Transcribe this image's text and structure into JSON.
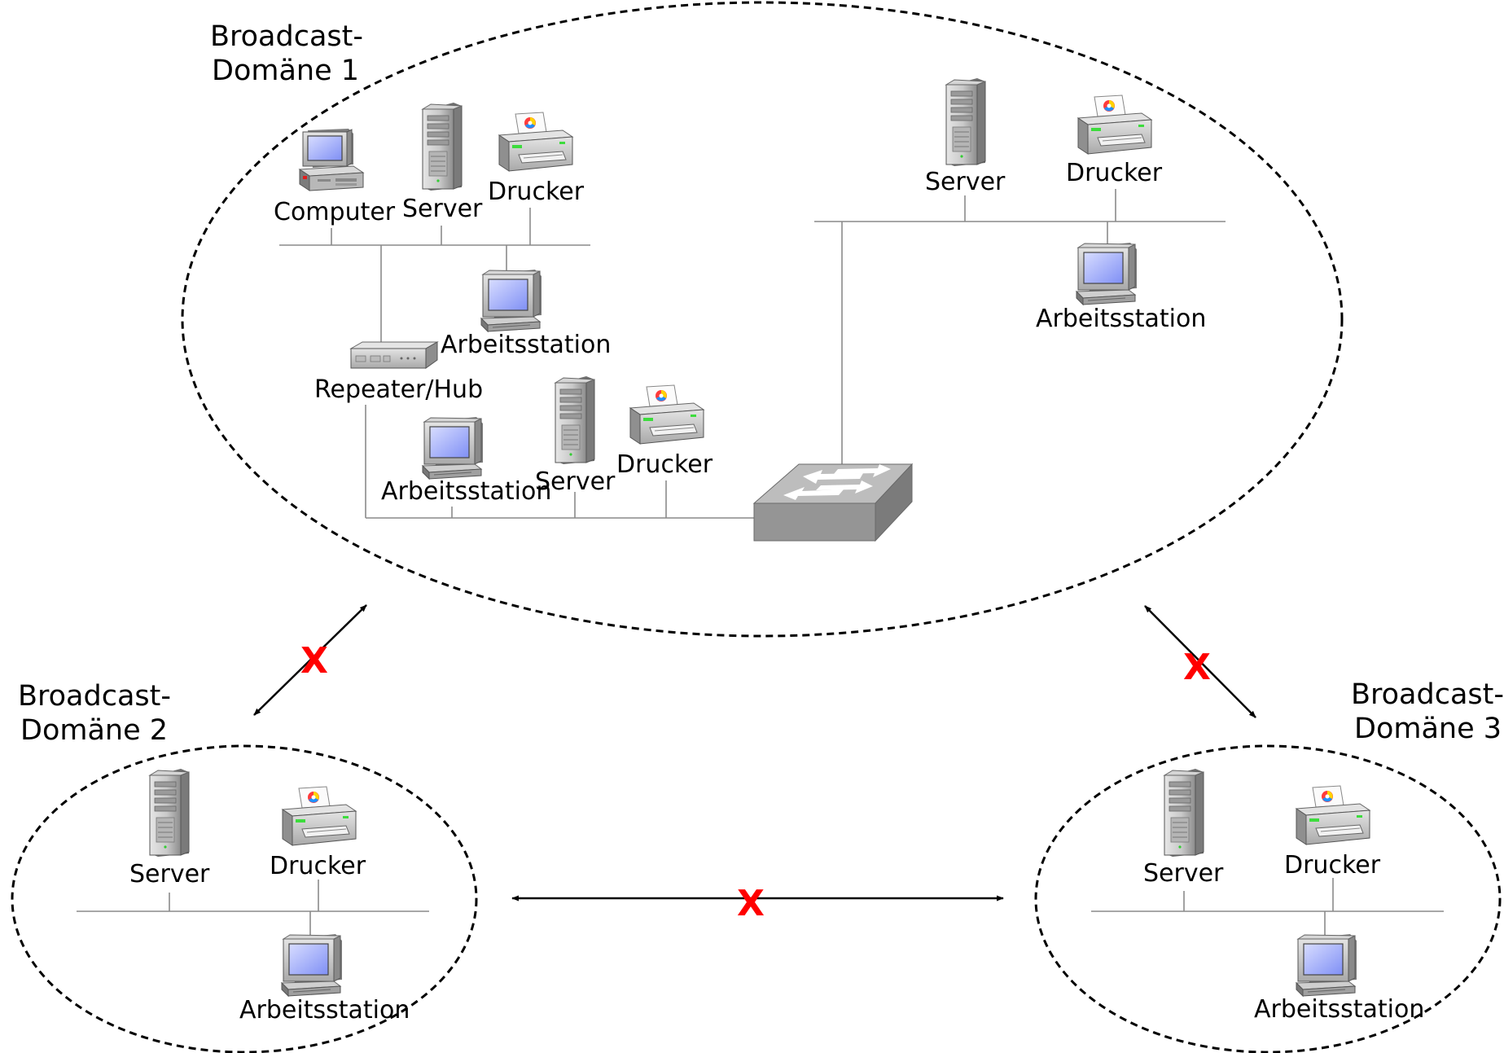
{
  "domains": {
    "d1": {
      "title_line1": "Broadcast-",
      "title_line2": "Domäne 1"
    },
    "d2": {
      "title_line1": "Broadcast-",
      "title_line2": "Domäne 2"
    },
    "d3": {
      "title_line1": "Broadcast-",
      "title_line2": "Domäne 3"
    }
  },
  "labels": {
    "computer": "Computer",
    "server": "Server",
    "drucker": "Drucker",
    "arbeitsstation": "Arbeitsstation",
    "repeater_hub": "Repeater/Hub"
  },
  "blocked_marker": "X",
  "colors": {
    "blocked": "#ff0000",
    "boundary": "#000000",
    "wire": "#8a8a8a",
    "switch": "#9a9a9a",
    "screen": "#9aa8ff"
  },
  "icons": {
    "computer": "desktop-computer-icon",
    "server": "tower-server-icon",
    "printer": "color-printer-icon",
    "workstation": "workstation-monitor-icon",
    "hub": "repeater-hub-icon",
    "switch": "network-switch-icon"
  }
}
